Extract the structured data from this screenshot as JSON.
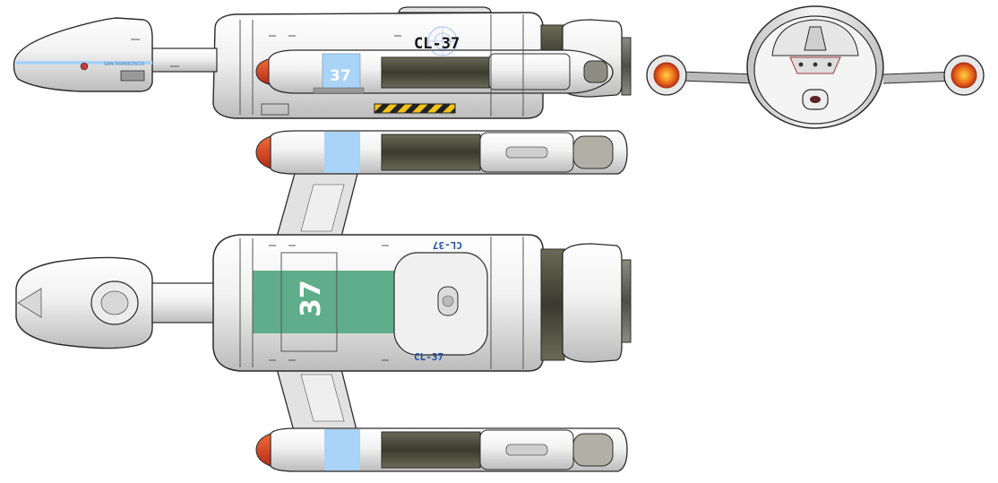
{
  "markings": {
    "registry": "CL-37",
    "hull_number": "37",
    "ship_name": "SAN FRANCISCO"
  },
  "colors": {
    "hull_light": "#f4f4f4",
    "hull_mid": "#dcdcdc",
    "hull_shadow": "#b9b9b9",
    "outline": "#2a2a2a",
    "nacelle_band": "#a9d3f7",
    "pennant": "#5fad8a",
    "bussard_red": "#d9461e",
    "bussard_glow": "#f7a21b",
    "grille_dark": "#4a4a3c",
    "hazard_yellow": "#f2c318"
  },
  "icons": {
    "emblem": "un-laurel-emblem",
    "hazard": "hazard-stripe-panel"
  }
}
